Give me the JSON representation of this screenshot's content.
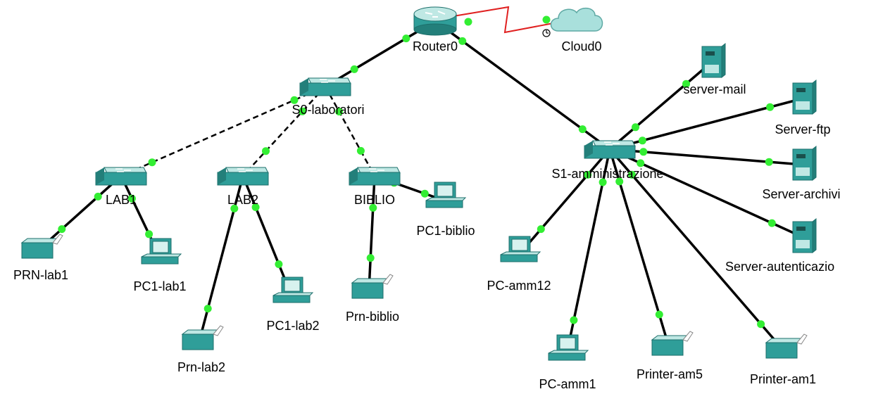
{
  "colors": {
    "background": "#ffffff",
    "link": "#000000",
    "serial_link": "#e02020",
    "port_dot": "#33ee33",
    "device_face": "#2f9e99",
    "device_top": "#bfe8e4",
    "device_edge": "#1c6f6b"
  },
  "nodes": [
    {
      "id": "router0",
      "label": "Router0",
      "icon": "router-icon"
    },
    {
      "id": "cloud0",
      "label": "Cloud0",
      "icon": "cloud-icon"
    },
    {
      "id": "s0",
      "label": "S0-laboratori",
      "icon": "switch-icon"
    },
    {
      "id": "s1",
      "label": "S1-amministrazione",
      "icon": "switch-icon"
    },
    {
      "id": "lab1",
      "label": "LAB1",
      "icon": "switch-icon"
    },
    {
      "id": "lab2",
      "label": "LAB2",
      "icon": "switch-icon"
    },
    {
      "id": "biblio",
      "label": "BIBLIO",
      "icon": "switch-icon"
    },
    {
      "id": "prn_lab1",
      "label": "PRN-lab1",
      "icon": "printer-icon"
    },
    {
      "id": "pc1_lab1",
      "label": "PC1-lab1",
      "icon": "pc-icon"
    },
    {
      "id": "prn_lab2",
      "label": "Prn-lab2",
      "icon": "printer-icon"
    },
    {
      "id": "pc1_lab2",
      "label": "PC1-lab2",
      "icon": "pc-icon"
    },
    {
      "id": "pc1_biblio",
      "label": "PC1-biblio",
      "icon": "pc-icon"
    },
    {
      "id": "prn_biblio",
      "label": "Prn-biblio",
      "icon": "printer-icon"
    },
    {
      "id": "server_mail",
      "label": "server-mail",
      "icon": "server-icon"
    },
    {
      "id": "server_ftp",
      "label": "Server-ftp",
      "icon": "server-icon"
    },
    {
      "id": "server_archivi",
      "label": "Server-archivi",
      "icon": "server-icon"
    },
    {
      "id": "server_aut",
      "label": "Server-autenticazio",
      "icon": "server-icon"
    },
    {
      "id": "pc_amm12",
      "label": "PC-amm12",
      "icon": "pc-icon"
    },
    {
      "id": "pc_amm1",
      "label": "PC-amm1",
      "icon": "pc-icon"
    },
    {
      "id": "printer_am5",
      "label": "Printer-am5",
      "icon": "printer-icon"
    },
    {
      "id": "printer_am1",
      "label": "Printer-am1",
      "icon": "printer-icon"
    }
  ],
  "links": [
    {
      "from": "router0",
      "to": "cloud0",
      "style": "serial"
    },
    {
      "from": "router0",
      "to": "s0",
      "style": "straight"
    },
    {
      "from": "router0",
      "to": "s1",
      "style": "straight"
    },
    {
      "from": "s0",
      "to": "lab1",
      "style": "crossover"
    },
    {
      "from": "s0",
      "to": "lab2",
      "style": "crossover"
    },
    {
      "from": "s0",
      "to": "biblio",
      "style": "crossover"
    },
    {
      "from": "lab1",
      "to": "prn_lab1",
      "style": "straight"
    },
    {
      "from": "lab1",
      "to": "pc1_lab1",
      "style": "straight"
    },
    {
      "from": "lab2",
      "to": "prn_lab2",
      "style": "straight"
    },
    {
      "from": "lab2",
      "to": "pc1_lab2",
      "style": "straight"
    },
    {
      "from": "biblio",
      "to": "pc1_biblio",
      "style": "straight"
    },
    {
      "from": "biblio",
      "to": "prn_biblio",
      "style": "straight"
    },
    {
      "from": "s1",
      "to": "server_mail",
      "style": "straight"
    },
    {
      "from": "s1",
      "to": "server_ftp",
      "style": "straight"
    },
    {
      "from": "s1",
      "to": "server_archivi",
      "style": "straight"
    },
    {
      "from": "s1",
      "to": "server_aut",
      "style": "straight"
    },
    {
      "from": "s1",
      "to": "pc_amm12",
      "style": "straight"
    },
    {
      "from": "s1",
      "to": "pc_amm1",
      "style": "straight"
    },
    {
      "from": "s1",
      "to": "printer_am5",
      "style": "straight"
    },
    {
      "from": "s1",
      "to": "printer_am1",
      "style": "straight"
    }
  ]
}
